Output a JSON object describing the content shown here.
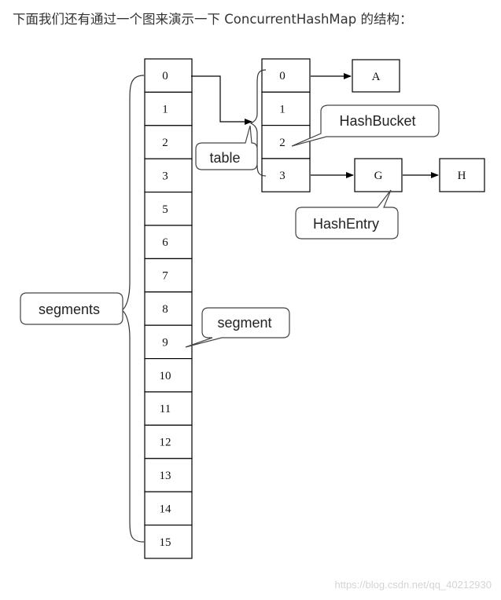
{
  "heading": "下面我们还有通过一个图来演示一下 ConcurrentHashMap 的结构：",
  "segments": [
    "0",
    "1",
    "2",
    "3",
    "5",
    "6",
    "7",
    "8",
    "9",
    "10",
    "11",
    "12",
    "13",
    "14",
    "15"
  ],
  "table": [
    "0",
    "1",
    "2",
    "3"
  ],
  "entries": {
    "a": "A",
    "g": "G",
    "h": "H"
  },
  "callouts": {
    "segments": "segments",
    "segment": "segment",
    "table": "table",
    "hash_bucket": "HashBucket",
    "hash_entry": "HashEntry"
  },
  "watermark": "https://blog.csdn.net/qq_40212930"
}
